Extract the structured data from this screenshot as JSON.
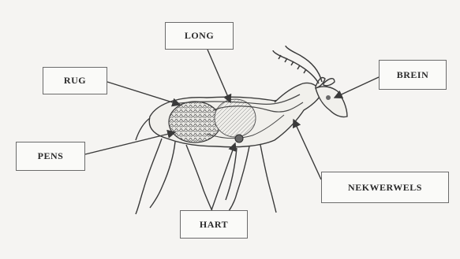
{
  "labels": {
    "long": "LONG",
    "rug": "RUG",
    "brein": "BREIN",
    "pens": "PENS",
    "nekwerwels": "NEKWERWELS",
    "hart": "HART"
  },
  "colors": {
    "ink": "#3a3a3a",
    "box_border": "#6b6b6b",
    "background": "#f5f4f2"
  }
}
